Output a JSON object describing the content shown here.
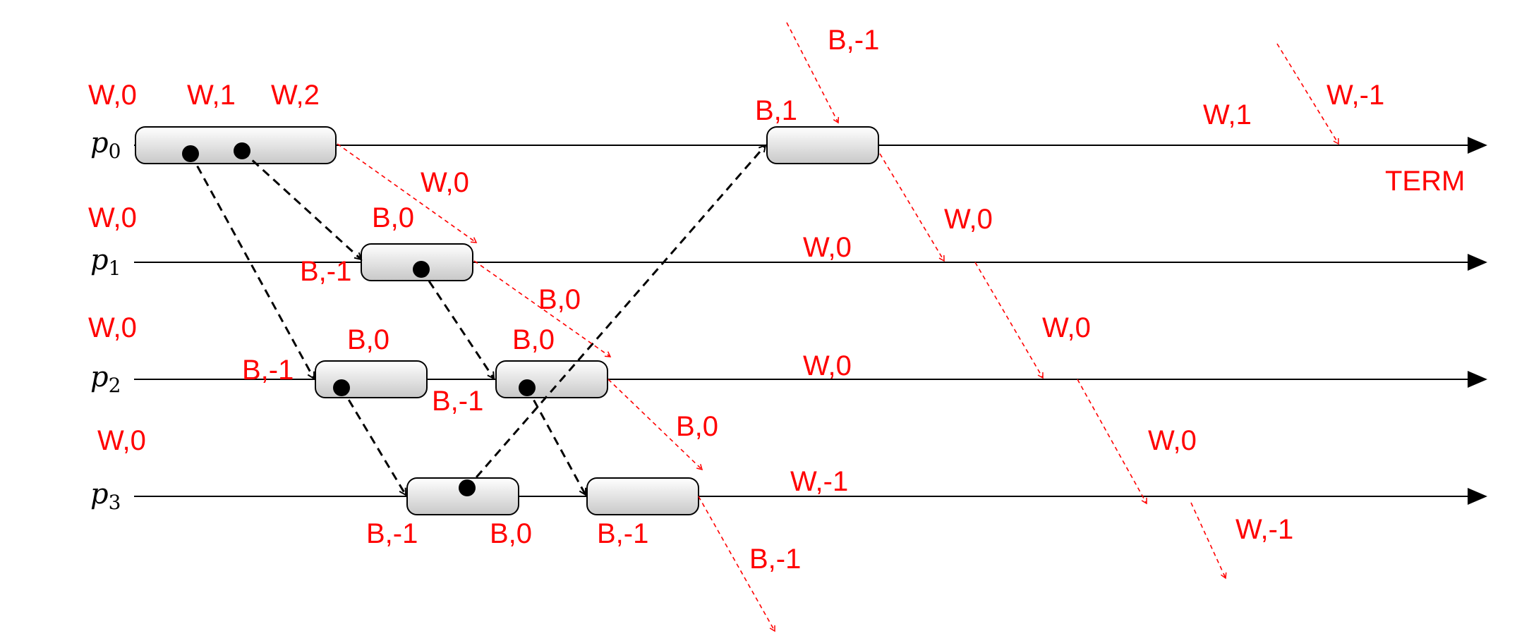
{
  "colors": {
    "label": "#ff0000",
    "token_arrow": "#ff0000",
    "message_arrow": "#000000",
    "process_line": "#000000",
    "activity_fill_top": "#ffffff",
    "activity_fill_bottom": "#c8c8c8"
  },
  "processes": [
    {
      "name": "p",
      "index": "0"
    },
    {
      "name": "p",
      "index": "1"
    },
    {
      "name": "p",
      "index": "2"
    },
    {
      "name": "p",
      "index": "3"
    }
  ],
  "labels": {
    "p0_state_1": "W,0",
    "p0_state_2": "W,1",
    "p0_state_3": "W,2",
    "top_token": "B,-1",
    "p0_state_4": "B,1",
    "p0_state_5": "W,1",
    "top_right_token": "W,-1",
    "term": "TERM",
    "token_p0_p1": "W,0",
    "p1_state_1": "W,0",
    "p1_state_2": "B,0",
    "p1_state_3": "B,-1",
    "p1_state_4": "W,0",
    "token_p1_p2_late": "W,0",
    "p2_state_1": "W,0",
    "p2_state_2": "B,0",
    "p2_state_3": "B,-1",
    "p2_state_4": "B,-1",
    "token_p1_p2": "B,0",
    "p2_state_5": "B,0",
    "p2_state_6": "W,0",
    "token_p2_p3_late": "W,0",
    "p3_state_1": "W,0",
    "token_p2_p3": "B,0",
    "p3_state_2": "W,-1",
    "p3_state_3": "W,0",
    "p3_state_4": "B,-1",
    "p3_state_5": "B,0",
    "p3_state_6": "B,-1",
    "token_out_p3": "B,-1",
    "token_out_p3_late": "W,-1"
  }
}
